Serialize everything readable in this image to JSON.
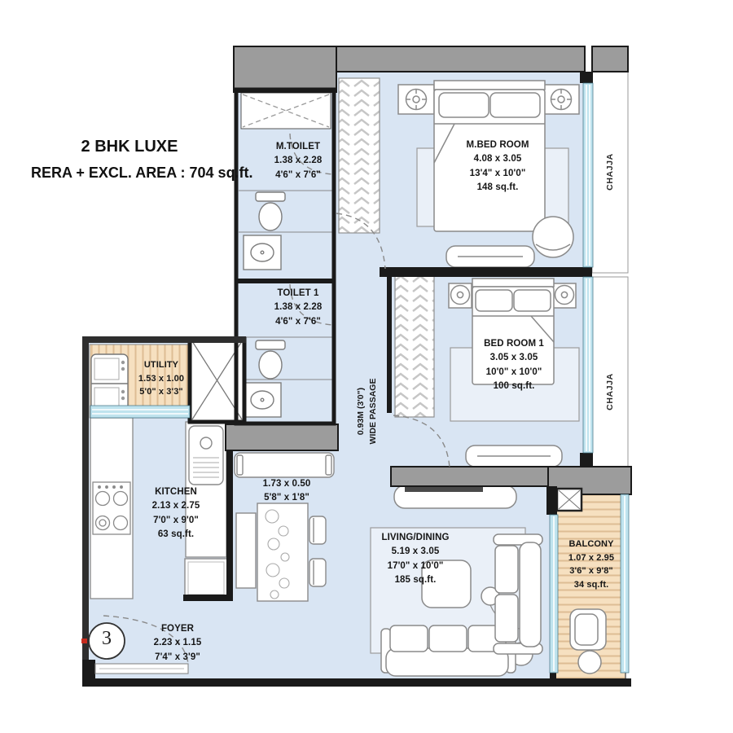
{
  "title": {
    "line1": "2 BHK LUXE",
    "line2": "RERA + EXCL. AREA : 704 sq.ft."
  },
  "unit": {
    "number": "3"
  },
  "rooms": {
    "m_toilet": {
      "name": "M.TOILET",
      "dim_m": "1.38 x 2.28",
      "dim_ft": "4'6\" x 7'6\""
    },
    "m_bedroom": {
      "name": "M.BED ROOM",
      "dim_m": "4.08 x 3.05",
      "dim_ft": "13'4\" x 10'0\"",
      "area": "148 sq.ft."
    },
    "toilet1": {
      "name": "TOILET 1",
      "dim_m": "1.38 x 2.28",
      "dim_ft": "4'6\" x 7'6\""
    },
    "bedroom1": {
      "name": "BED ROOM 1",
      "dim_m": "3.05 x 3.05",
      "dim_ft": "10'0\" x 10'0\"",
      "area": "100 sq.ft."
    },
    "utility": {
      "name": "UTILITY",
      "dim_m": "1.53 x 1.00",
      "dim_ft": "5'0\" x 3'3\""
    },
    "kitchen": {
      "name": "KITCHEN",
      "dim_m": "2.13 x 2.75",
      "dim_ft": "7'0\" x 9'0\"",
      "area": "63 sq.ft."
    },
    "living_dining": {
      "name": "LIVING/DINING",
      "dim_m": "5.19 x 3.05",
      "dim_ft": "17'0\" x 10'0\"",
      "area": "185 sq.ft."
    },
    "balcony": {
      "name": "BALCONY",
      "dim_m": "1.07 x 2.95",
      "dim_ft": "3'6\" x 9'8\"",
      "area": "34 sq.ft."
    },
    "foyer": {
      "name": "FOYER",
      "dim_m": "2.23 x 1.15",
      "dim_ft": "7'4\" x 3'9\""
    }
  },
  "annotations": {
    "kitchen_counter": {
      "dim_m": "1.73 x 0.50",
      "dim_ft": "5'8\" x 1'8\""
    },
    "passage": {
      "line1": "0.93M (3'0\")",
      "line2": "WIDE PASSAGE"
    },
    "chajja_upper": {
      "label": "CHAJJA"
    },
    "chajja_lower": {
      "label": "CHAJJA"
    }
  },
  "colors": {
    "floor": "#d9e5f3",
    "slab_gray": "#9c9c9c",
    "wall": "#1a1a1a",
    "deck_wood": "#f6e0c0",
    "deck_stripe": "#ddbd94",
    "window_glass": "#bfe3ee",
    "entry_marker_red": "#c62b1e"
  }
}
